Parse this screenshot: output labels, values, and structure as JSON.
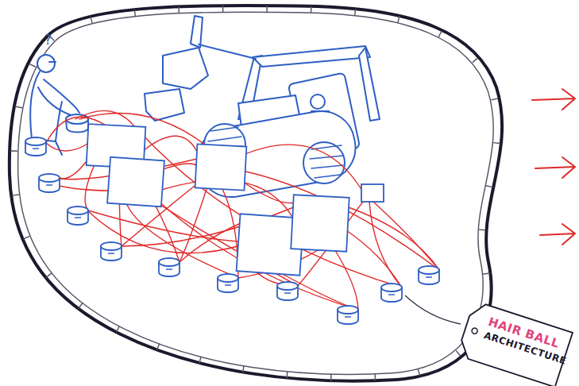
{
  "diagram": {
    "nodes": [
      {
        "text": [
          "HAIR BALL",
          "ARCHITECTURE"
        ]
      }
    ],
    "labels": [
      "?"
    ]
  }
}
